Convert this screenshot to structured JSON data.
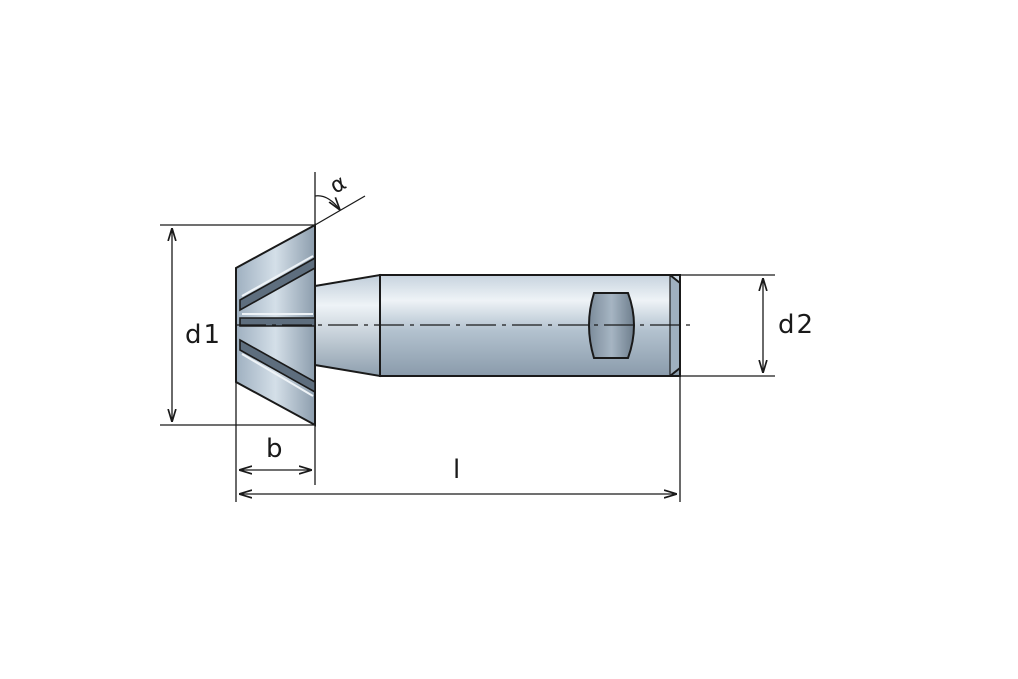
{
  "labels": {
    "d1": "d1",
    "d2": "d2",
    "b": "b",
    "l": "l",
    "angle": "α"
  },
  "colors": {
    "outline": "#1a1a1a",
    "steel_dark": "#6f7f8f",
    "steel_mid": "#a9b8c6",
    "steel_light": "#dde6ee",
    "background": "#ffffff"
  }
}
